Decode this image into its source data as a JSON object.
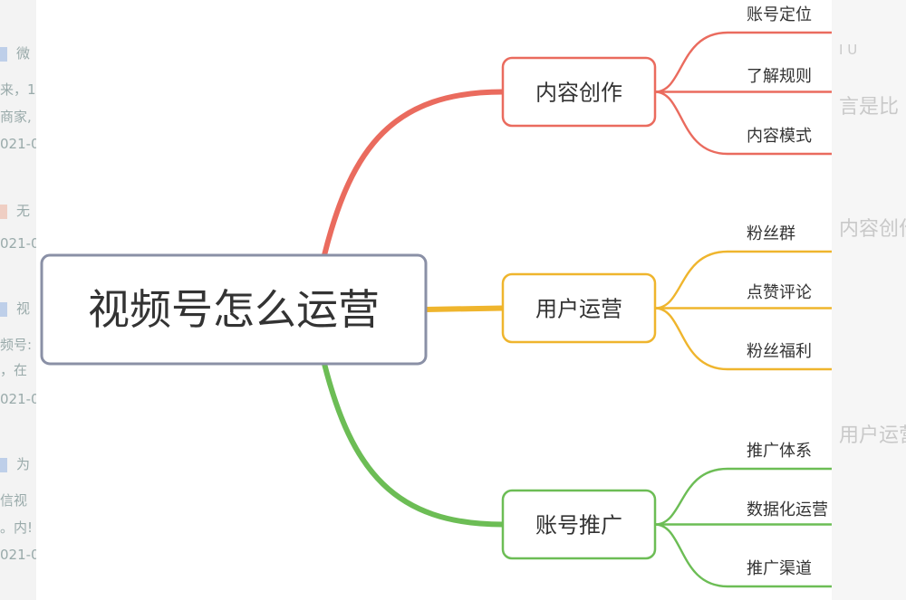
{
  "mindmap": {
    "root": "视频号怎么运营",
    "branches": [
      {
        "label": "内容创作",
        "color": "#ea6b5e",
        "leaves": [
          "账号定位",
          "了解规则",
          "内容模式"
        ]
      },
      {
        "label": "用户运营",
        "color": "#efb52d",
        "leaves": [
          "粉丝群",
          "点赞评论",
          "粉丝福利"
        ]
      },
      {
        "label": "账号推广",
        "color": "#6cbd55",
        "leaves": [
          "推广体系",
          "数据化运营",
          "推广渠道"
        ]
      }
    ]
  },
  "background_left": [
    {
      "text": "微",
      "color": "#5b8bd6"
    },
    {
      "text": "来，1",
      "color": ""
    },
    {
      "text": "商家,",
      "color": ""
    },
    {
      "text": "021-0",
      "color": ""
    },
    {
      "text": "无",
      "color": "#e88a6a"
    },
    {
      "text": "021-0",
      "color": ""
    },
    {
      "text": "视",
      "color": "#5b8bd6"
    },
    {
      "text": "频号:",
      "color": ""
    },
    {
      "text": "，在",
      "color": ""
    },
    {
      "text": "021-0",
      "color": ""
    },
    {
      "text": "为",
      "color": "#5b8bd6"
    },
    {
      "text": "信视",
      "color": ""
    },
    {
      "text": "。内!",
      "color": ""
    },
    {
      "text": "021-0",
      "color": ""
    }
  ],
  "background_right": {
    "toolbar": "I   U",
    "line1": "言是比",
    "line2": "内容创作",
    "line3": "用户运营"
  }
}
